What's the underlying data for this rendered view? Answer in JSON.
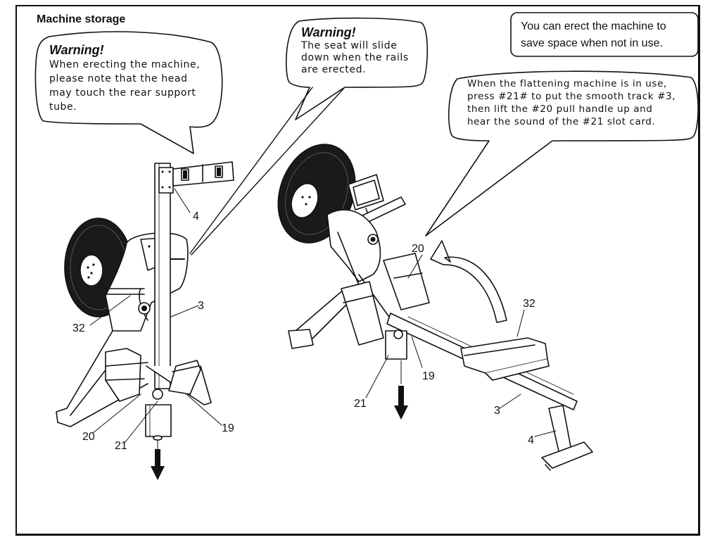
{
  "page": {
    "title": "Machine storage"
  },
  "callouts": {
    "warning_head": {
      "heading": "Warning!",
      "lines": [
        "When erecting the machine,",
        "please note that the head",
        "may touch the rear support",
        "tube."
      ]
    },
    "warning_seat": {
      "heading": "Warning!",
      "lines": [
        "The seat will slide",
        "down when the rails",
        "are erected."
      ]
    },
    "info_note": {
      "lines": [
        "You can erect the machine to",
        "save space when not in use."
      ]
    },
    "instruction": {
      "lines": [
        "When the flattening machine is in use,",
        "press #21# to put the smooth track #3,",
        "then lift the #20 pull handle up and",
        "hear the sound of the #21 slot card."
      ]
    }
  },
  "figure_upright": {
    "part_labels": {
      "p4": "4",
      "p3": "3",
      "p32": "32",
      "p20": "20",
      "p21": "21",
      "p19": "19"
    }
  },
  "figure_flat": {
    "part_labels": {
      "p20": "20",
      "p32": "32",
      "p19": "19",
      "p21": "21",
      "p3": "3",
      "p4": "4"
    }
  }
}
